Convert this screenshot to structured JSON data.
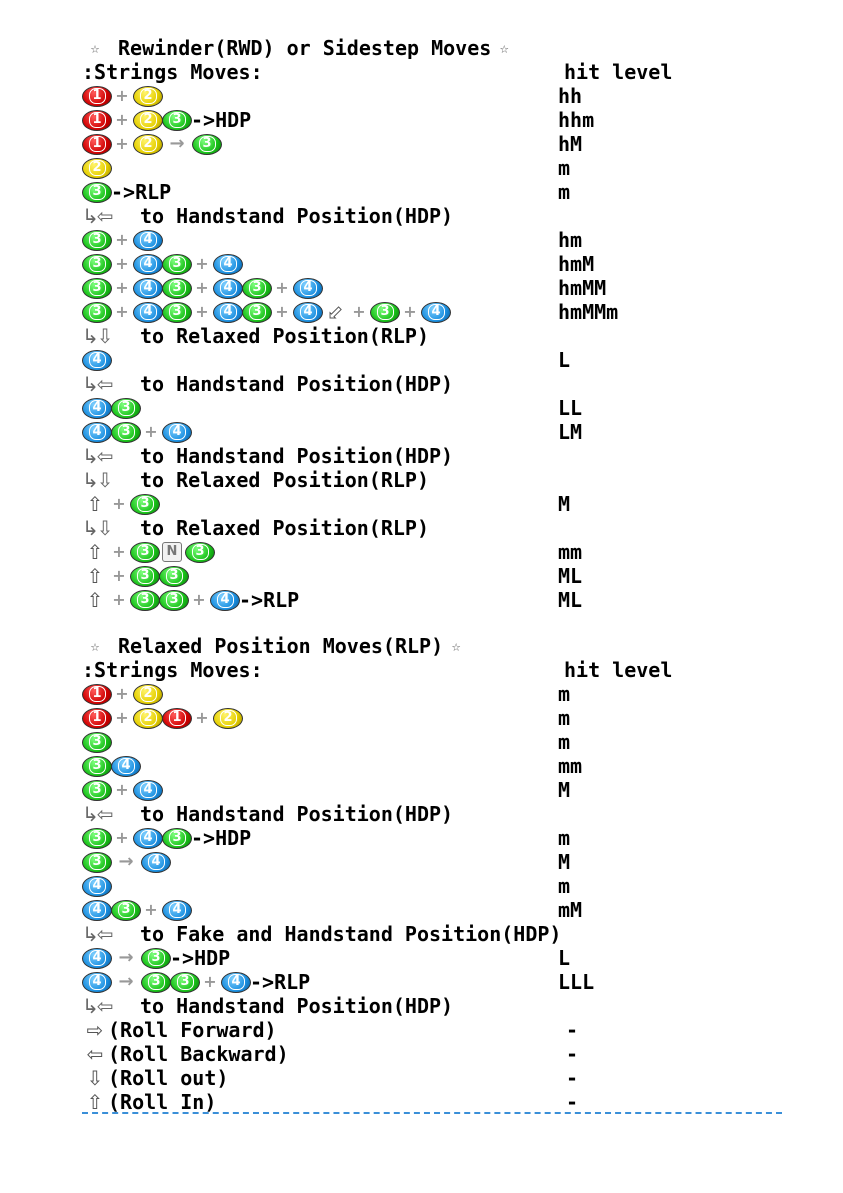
{
  "sections": [
    {
      "title": "Rewinder(RWD) or Sidestep Moves",
      "header_left": ":Strings Moves:",
      "header_right": "hit level",
      "rows": [
        {
          "tokens": [
            {
              "b": 1
            },
            {
              "p": "+"
            },
            {
              "b": 2
            }
          ],
          "level": "hh"
        },
        {
          "tokens": [
            {
              "b": 1
            },
            {
              "p": "+"
            },
            {
              "b": 2
            },
            {
              "b": 3
            },
            {
              "t": "->HDP"
            }
          ],
          "level": "hhm"
        },
        {
          "tokens": [
            {
              "b": 1
            },
            {
              "p": "+"
            },
            {
              "b": 2
            },
            {
              "a": "→"
            },
            {
              "b": 3
            }
          ],
          "level": "hM"
        },
        {
          "tokens": [
            {
              "b": 2
            }
          ],
          "level": "m"
        },
        {
          "tokens": [
            {
              "b": 3
            },
            {
              "t": "->RLP"
            }
          ],
          "level": "m"
        },
        {
          "tokens": [
            {
              "s": "↳⇦"
            },
            {
              "t": "to Handstand Position(HDP)"
            }
          ],
          "level": ""
        },
        {
          "tokens": [
            {
              "b": 3
            },
            {
              "p": "+"
            },
            {
              "b": 4
            }
          ],
          "level": "hm"
        },
        {
          "tokens": [
            {
              "b": 3
            },
            {
              "p": "+"
            },
            {
              "b": 4
            },
            {
              "b": 3
            },
            {
              "p": "+"
            },
            {
              "b": 4
            }
          ],
          "level": "hmM"
        },
        {
          "tokens": [
            {
              "b": 3
            },
            {
              "p": "+"
            },
            {
              "b": 4
            },
            {
              "b": 3
            },
            {
              "p": "+"
            },
            {
              "b": 4
            },
            {
              "b": 3
            },
            {
              "p": "+"
            },
            {
              "b": 4
            }
          ],
          "level": "hmMM"
        },
        {
          "tokens": [
            {
              "b": 3
            },
            {
              "p": "+"
            },
            {
              "b": 4
            },
            {
              "b": 3
            },
            {
              "p": "+"
            },
            {
              "b": 4
            },
            {
              "b": 3
            },
            {
              "p": "+"
            },
            {
              "b": 4
            },
            {
              "d": "⬃"
            },
            {
              "p": "+"
            },
            {
              "b": 3
            },
            {
              "p": "+"
            },
            {
              "b": 4
            }
          ],
          "level": "hmMMm"
        },
        {
          "tokens": [
            {
              "s": "↳⇩"
            },
            {
              "t": "to Relaxed Position(RLP)"
            }
          ],
          "level": ""
        },
        {
          "tokens": [
            {
              "b": 4
            }
          ],
          "level": "L"
        },
        {
          "tokens": [
            {
              "s": "↳⇦"
            },
            {
              "t": "to Handstand Position(HDP)"
            }
          ],
          "level": ""
        },
        {
          "tokens": [
            {
              "b": 4
            },
            {
              "b": 3
            }
          ],
          "level": "LL"
        },
        {
          "tokens": [
            {
              "b": 4
            },
            {
              "b": 3
            },
            {
              "p": "+"
            },
            {
              "b": 4
            }
          ],
          "level": "LM"
        },
        {
          "tokens": [
            {
              "s": "↳⇦"
            },
            {
              "t": "to Handstand Position(HDP)"
            }
          ],
          "level": ""
        },
        {
          "tokens": [
            {
              "s": "↳⇩"
            },
            {
              "t": "to Relaxed Position(RLP)"
            }
          ],
          "level": ""
        },
        {
          "tokens": [
            {
              "d": "⇧"
            },
            {
              "p": "+"
            },
            {
              "b": 3
            }
          ],
          "level": "M"
        },
        {
          "tokens": [
            {
              "s": "↳⇩"
            },
            {
              "t": "to Relaxed Position(RLP)"
            }
          ],
          "level": ""
        },
        {
          "tokens": [
            {
              "d": "⇧"
            },
            {
              "p": "+"
            },
            {
              "b": 3
            },
            {
              "n": "N"
            },
            {
              "b": 3
            }
          ],
          "level": "mm"
        },
        {
          "tokens": [
            {
              "d": "⇧"
            },
            {
              "p": "+"
            },
            {
              "b": 3
            },
            {
              "b": 3
            }
          ],
          "level": "ML"
        },
        {
          "tokens": [
            {
              "d": "⇧"
            },
            {
              "p": "+"
            },
            {
              "b": 3
            },
            {
              "b": 3
            },
            {
              "p": "+"
            },
            {
              "b": 4
            },
            {
              "t": "->RLP"
            }
          ],
          "level": "ML"
        }
      ]
    },
    {
      "title": "Relaxed Position Moves(RLP)",
      "header_left": ":Strings Moves:",
      "header_right": "hit level",
      "rows": [
        {
          "tokens": [
            {
              "b": 1
            },
            {
              "p": "+"
            },
            {
              "b": 2
            }
          ],
          "level": "m"
        },
        {
          "tokens": [
            {
              "b": 1
            },
            {
              "p": "+"
            },
            {
              "b": 2
            },
            {
              "b": 1
            },
            {
              "p": "+"
            },
            {
              "b": 2
            }
          ],
          "level": "m"
        },
        {
          "tokens": [
            {
              "b": 3
            }
          ],
          "level": "m"
        },
        {
          "tokens": [
            {
              "b": 3
            },
            {
              "b": 4
            }
          ],
          "level": "mm"
        },
        {
          "tokens": [
            {
              "b": 3
            },
            {
              "p": "+"
            },
            {
              "b": 4
            }
          ],
          "level": "M"
        },
        {
          "tokens": [
            {
              "s": "↳⇦"
            },
            {
              "t": "to Handstand Position(HDP)"
            }
          ],
          "level": ""
        },
        {
          "tokens": [
            {
              "b": 3
            },
            {
              "p": "+"
            },
            {
              "b": 4
            },
            {
              "b": 3
            },
            {
              "t": "->HDP"
            }
          ],
          "level": "m"
        },
        {
          "tokens": [
            {
              "b": 3
            },
            {
              "a": "→"
            },
            {
              "b": 4
            }
          ],
          "level": "M"
        },
        {
          "tokens": [
            {
              "b": 4
            }
          ],
          "level": "m"
        },
        {
          "tokens": [
            {
              "b": 4
            },
            {
              "b": 3
            },
            {
              "p": "+"
            },
            {
              "b": 4
            }
          ],
          "level": "mM"
        },
        {
          "tokens": [
            {
              "s": "↳⇦"
            },
            {
              "t": "to Fake and Handstand Position(HDP)"
            }
          ],
          "level": ""
        },
        {
          "tokens": [
            {
              "b": 4
            },
            {
              "a": "→"
            },
            {
              "b": 3
            },
            {
              "t": "->HDP"
            }
          ],
          "level": "L"
        },
        {
          "tokens": [
            {
              "b": 4
            },
            {
              "a": "→"
            },
            {
              "b": 3
            },
            {
              "b": 3
            },
            {
              "p": "+"
            },
            {
              "b": 4
            },
            {
              "t": "->RLP"
            }
          ],
          "level": "LLL"
        },
        {
          "tokens": [
            {
              "s": "↳⇦"
            },
            {
              "t": "to Handstand Position(HDP)"
            }
          ],
          "level": ""
        },
        {
          "tokens": [
            {
              "d": "⇨"
            },
            {
              "t": "(Roll Forward)"
            }
          ],
          "level": "-"
        },
        {
          "tokens": [
            {
              "d": "⇦"
            },
            {
              "t": "(Roll Backward)"
            }
          ],
          "level": "-"
        },
        {
          "tokens": [
            {
              "d": "⇩"
            },
            {
              "t": "(Roll out)"
            }
          ],
          "level": "-"
        },
        {
          "tokens": [
            {
              "d": "⇧"
            },
            {
              "t": "(Roll In)"
            }
          ],
          "level": "-"
        }
      ]
    }
  ],
  "star_glyph": "☆"
}
